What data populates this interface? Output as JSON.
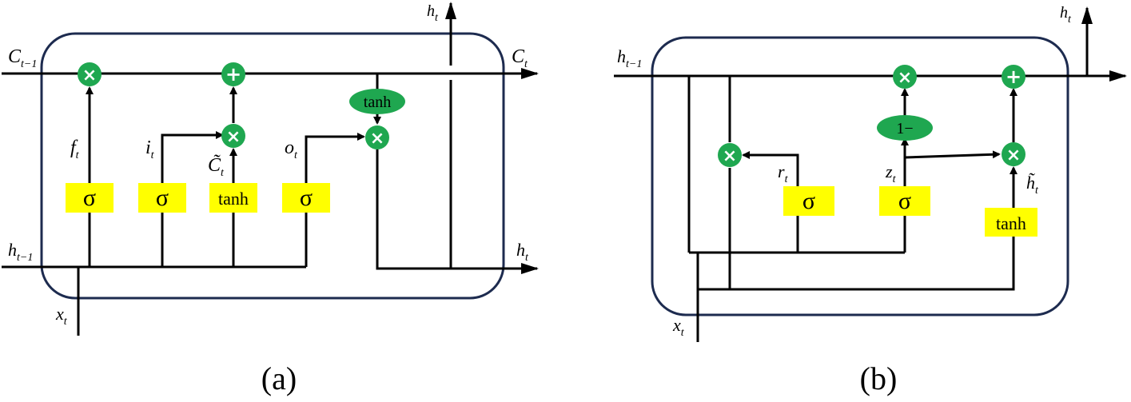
{
  "panel_a": {
    "caption": "(a)",
    "labels": {
      "c_prev": "C",
      "c_prev_sub": "t−1",
      "c_next": "C",
      "c_next_sub": "t",
      "h_top": "h",
      "h_top_sub": "t",
      "h_prev": "h",
      "h_prev_sub": "t−1",
      "h_out": "h",
      "h_out_sub": "t",
      "x_in": "x",
      "x_in_sub": "t",
      "f": "f",
      "f_sub": "t",
      "i": "i",
      "i_sub": "t",
      "c_tilde": "C̃",
      "c_tilde_sub": "t",
      "o": "o",
      "o_sub": "t"
    },
    "gates": {
      "sigma": "σ",
      "tanh": "tanh"
    },
    "ops": {
      "mul": "×",
      "add": "+"
    },
    "oval_tanh": "tanh"
  },
  "panel_b": {
    "caption": "(b)",
    "labels": {
      "h_top": "h",
      "h_top_sub": "t",
      "h_prev": "h",
      "h_prev_sub": "t−1",
      "x_in": "x",
      "x_in_sub": "t",
      "r": "r",
      "r_sub": "t",
      "z": "z",
      "z_sub": "t",
      "h_tilde": "h̃",
      "h_tilde_sub": "t"
    },
    "gates": {
      "sigma": "σ",
      "tanh": "tanh"
    },
    "ops": {
      "mul": "×",
      "add": "+"
    },
    "oval_one_minus": "1−"
  },
  "colors": {
    "gate_box": "#ffff00",
    "op_node": "#1fa750",
    "frame": "#1d2b4f",
    "line": "#000000"
  }
}
